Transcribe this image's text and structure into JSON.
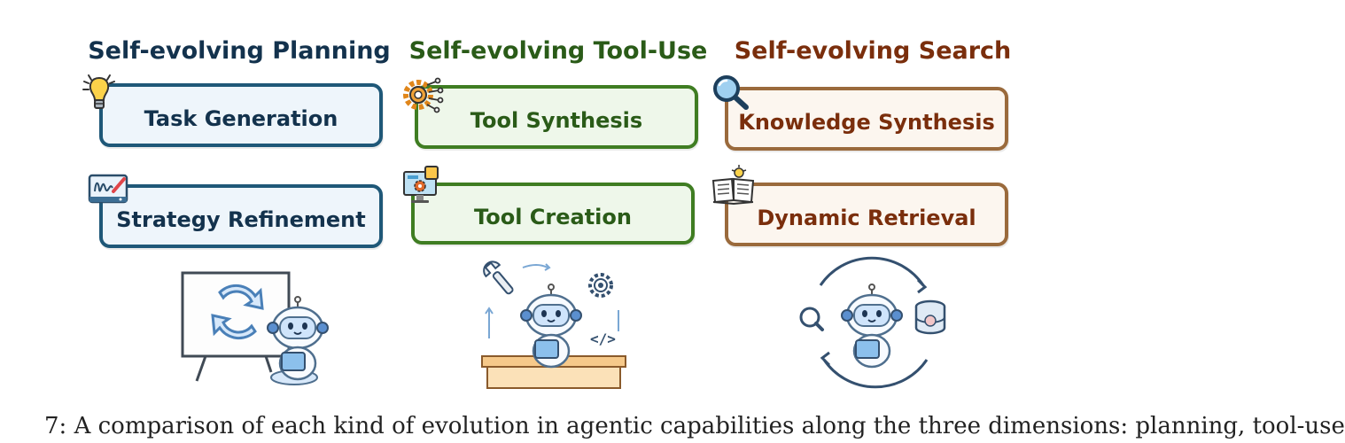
{
  "columns": [
    {
      "title": "Self-evolving Planning",
      "color": "#13324d",
      "items": [
        {
          "label": "Task Generation",
          "icon": "lightbulb-icon"
        },
        {
          "label": "Strategy Refinement",
          "icon": "drawing-tablet-icon"
        }
      ]
    },
    {
      "title": "Self-evolving Tool-Use",
      "color": "#2a5b18",
      "items": [
        {
          "label": "Tool Synthesis",
          "icon": "gear-circuit-icon"
        },
        {
          "label": "Tool Creation",
          "icon": "monitor-gear-icon"
        }
      ]
    },
    {
      "title": "Self-evolving Search",
      "color": "#7a2e0c",
      "items": [
        {
          "label": "Knowledge Synthesis",
          "icon": "magnifier-icon"
        },
        {
          "label": "Dynamic Retrieval",
          "icon": "open-book-bulb-icon"
        }
      ]
    }
  ],
  "illustrations": {
    "planning": "robot-at-whiteboard-with-cycle-arrows",
    "tool_use": "robot-at-desk-with-wrench-gear-code",
    "search": "robot-in-cycle-with-magnifier-database"
  },
  "caption_fragment": "7: A comparison of each kind of evolution in agentic capabilities along the three dimensions: planning, tool-use"
}
